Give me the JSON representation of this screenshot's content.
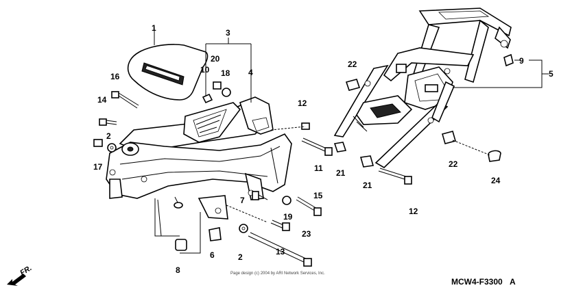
{
  "diagram": {
    "parts": [
      {
        "number": "1"
      },
      {
        "number": "2"
      },
      {
        "number": "2"
      },
      {
        "number": "3"
      },
      {
        "number": "4"
      },
      {
        "number": "5"
      },
      {
        "number": "6"
      },
      {
        "number": "7"
      },
      {
        "number": "8"
      },
      {
        "number": "9"
      },
      {
        "number": "10"
      },
      {
        "number": "11"
      },
      {
        "number": "12"
      },
      {
        "number": "12"
      },
      {
        "number": "13"
      },
      {
        "number": "14"
      },
      {
        "number": "15"
      },
      {
        "number": "16"
      },
      {
        "number": "17"
      },
      {
        "number": "18"
      },
      {
        "number": "19"
      },
      {
        "number": "20"
      },
      {
        "number": "21"
      },
      {
        "number": "21"
      },
      {
        "number": "22"
      },
      {
        "number": "22"
      },
      {
        "number": "23"
      },
      {
        "number": "24"
      }
    ],
    "diagram_code": "MCW4-F3300",
    "revision_mark": "A",
    "copyright": "Page design (c) 2004 by ARI Network Services, Inc.",
    "direction_label": "FR."
  }
}
